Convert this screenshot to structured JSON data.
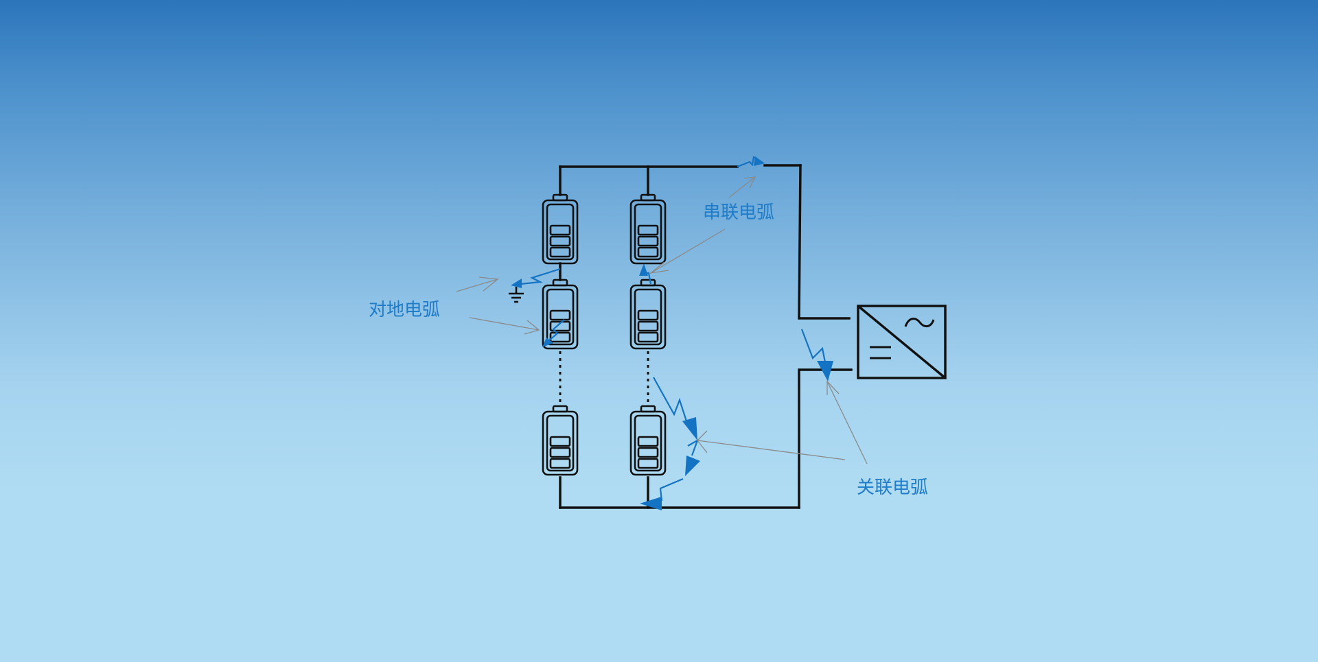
{
  "labels": {
    "ground_arc": "对地电弧",
    "series_arc": "串联电弧",
    "parallel_arc": "关联电弧"
  },
  "colors": {
    "background_top": "#2c75bb",
    "background_bottom": "#b0dcf3",
    "label": "#1f7cc8",
    "arc": "#1473c2",
    "wire": "#111111",
    "pointer": "#8a8a8a"
  },
  "icons": {
    "battery": "battery-icon",
    "ground": "ground-icon",
    "inverter": "inverter-icon"
  }
}
